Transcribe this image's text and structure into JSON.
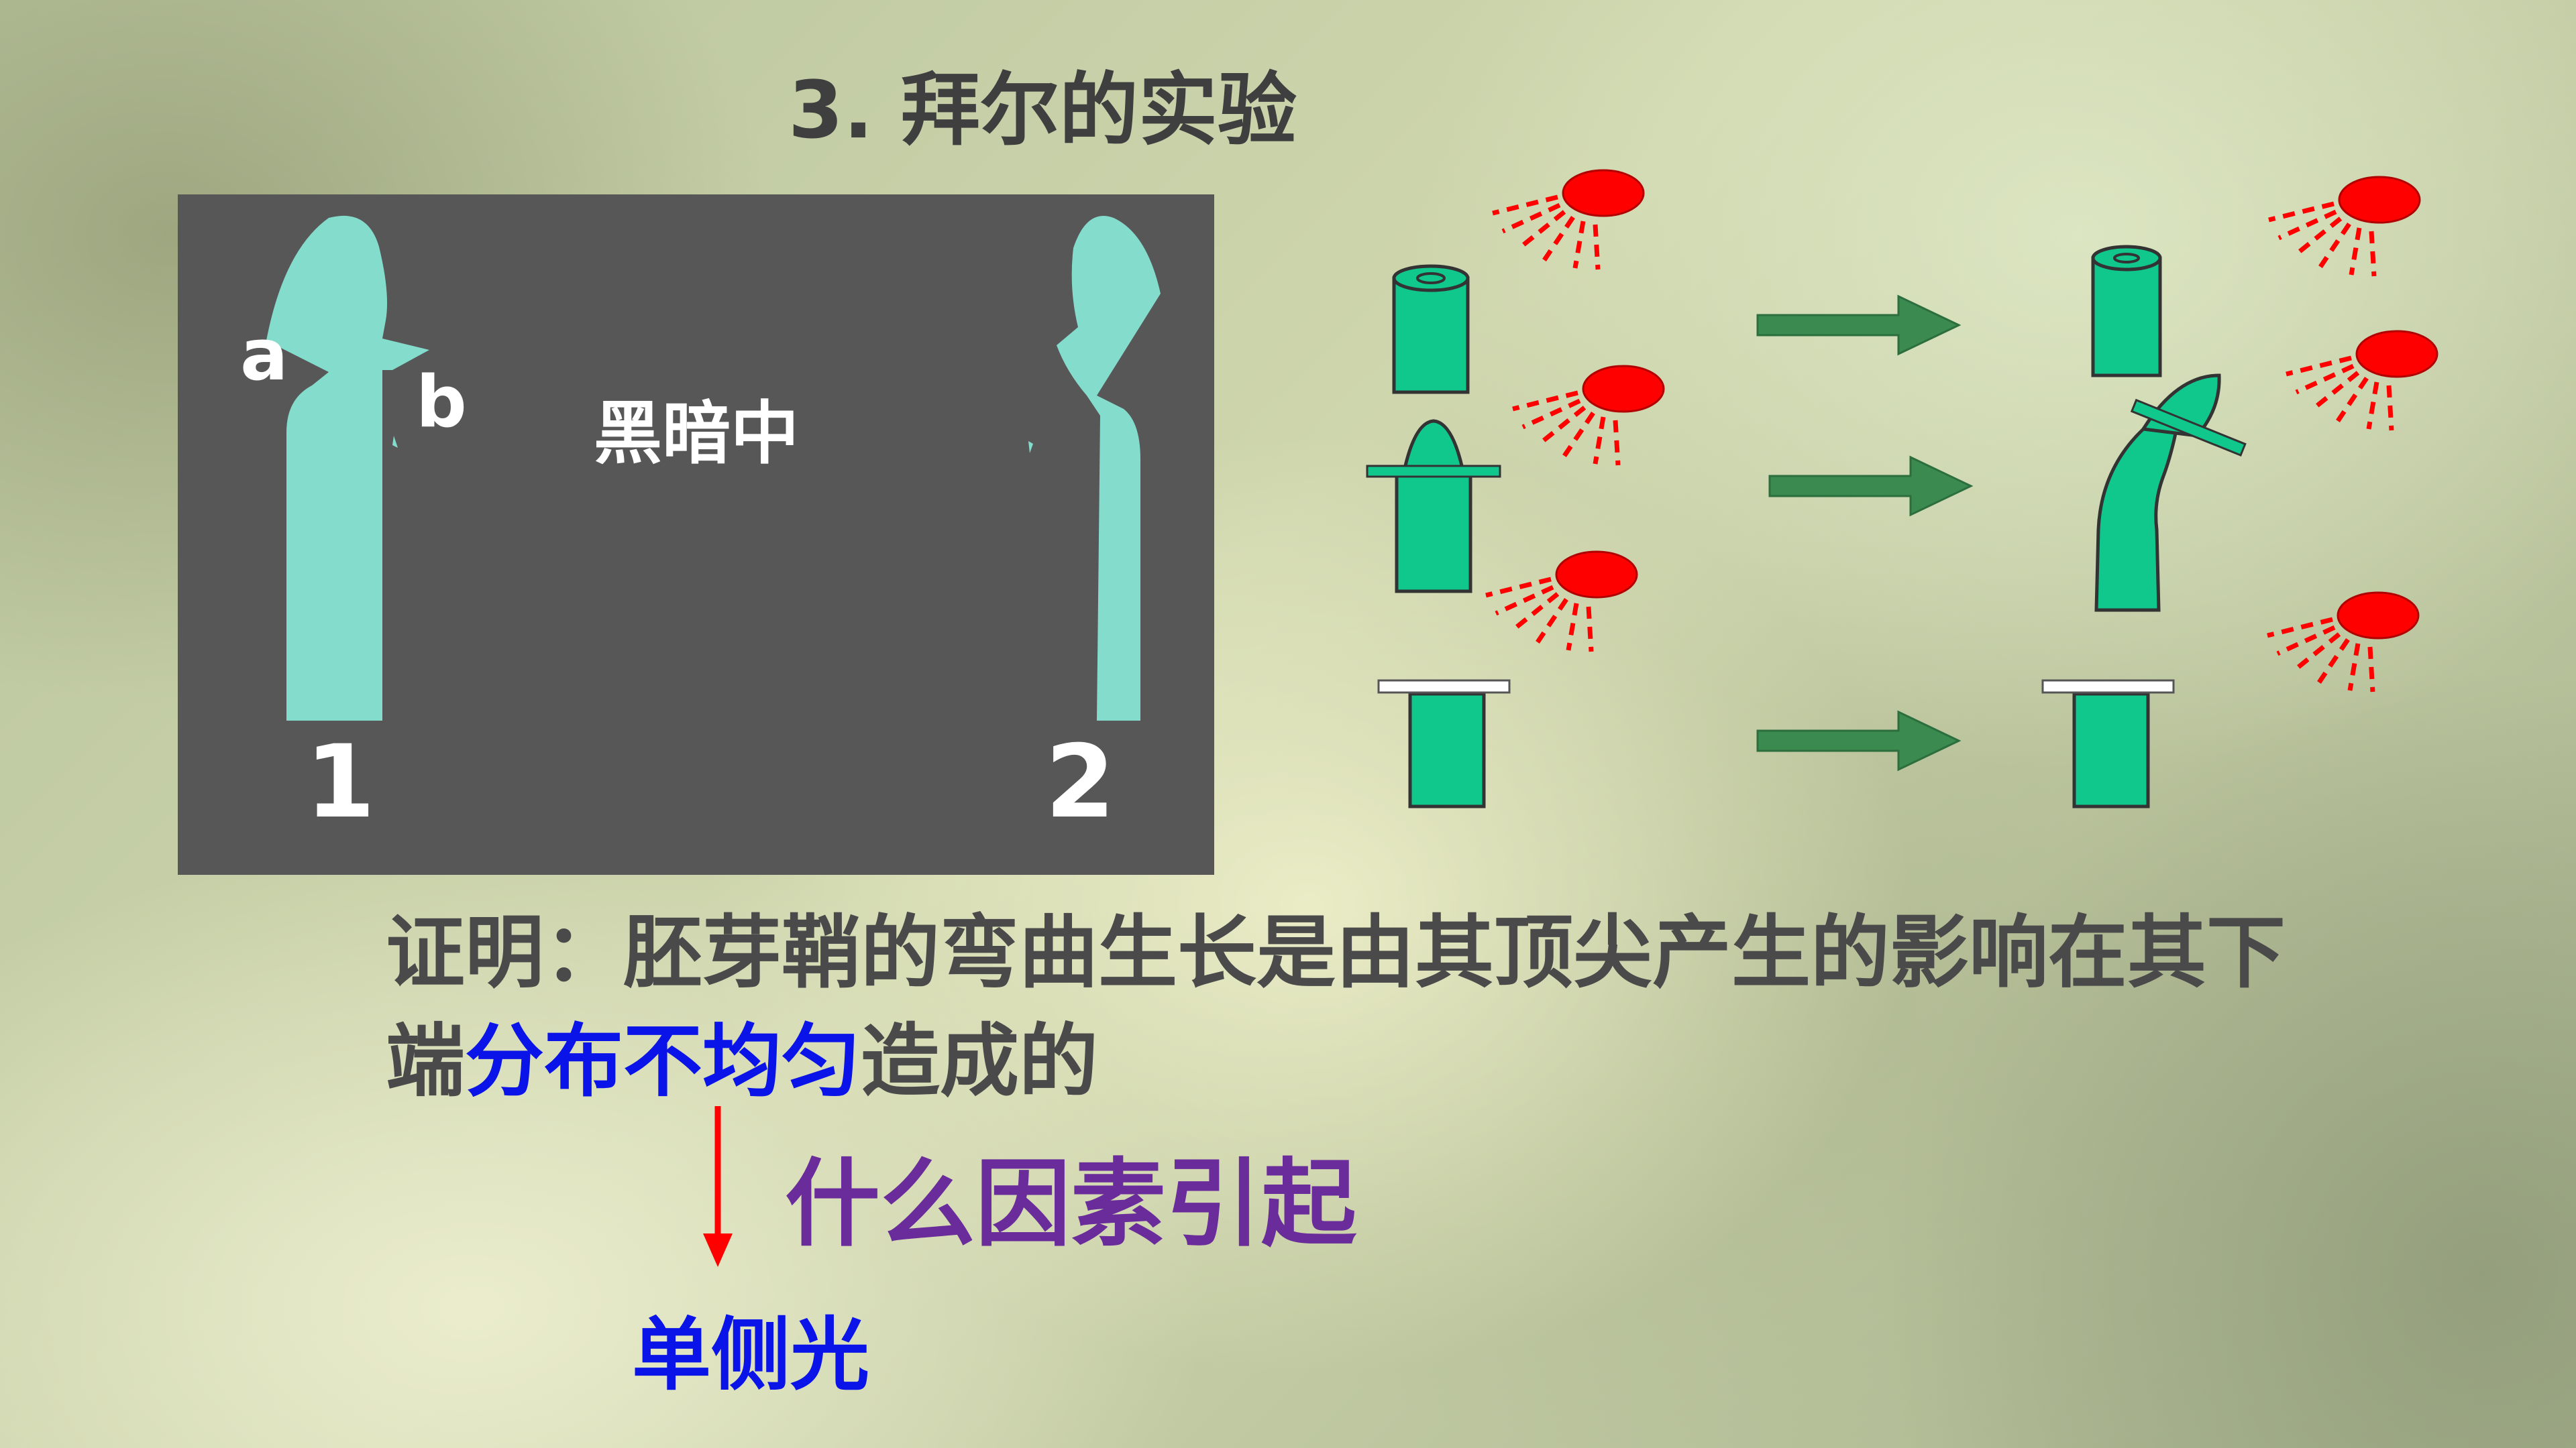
{
  "slide": {
    "title": "3. 拜尔的实验",
    "panel": {
      "label_a": "a",
      "label_b": "b",
      "label_dark": "黑暗中",
      "label_1": "1",
      "label_2": "2"
    },
    "conclusion": {
      "line1": "证明：胚芽鞘的弯曲生长是由其顶尖产生的影响在其下",
      "line2_prefix": "端",
      "line2_highlight": "分布不均匀",
      "line2_suffix": "造成的"
    },
    "question": "什么因素引起",
    "answer": "单侧光"
  },
  "icons": {
    "light_source": "red-light-icon",
    "arrow": "green-arrow-icon"
  },
  "colors": {
    "panel_bg": "#575757",
    "coleoptile_panel": "#84dccc",
    "coleoptile": "#10c88c",
    "arrow_green": "#3b8a50",
    "light_red": "#ff0000",
    "highlight_blue": "#0a14e8",
    "question_purple": "#6a2c9a",
    "text_gray": "#4a4a4a"
  }
}
